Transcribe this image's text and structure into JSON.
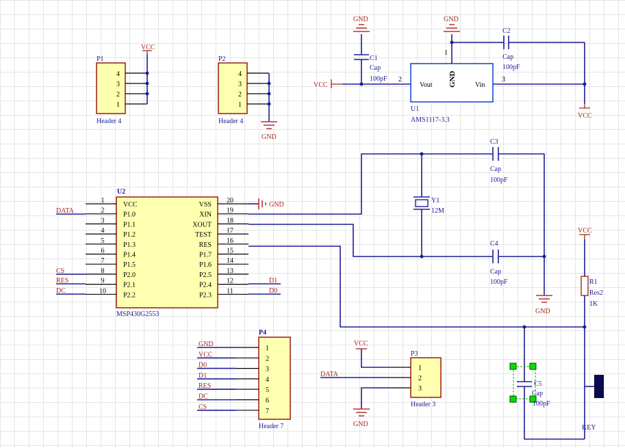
{
  "nets": {
    "vcc": "VCC",
    "gnd": "GND",
    "data": "DATA",
    "cs": "CS",
    "res": "RES",
    "dc": "DC",
    "d0": "D0",
    "d1": "D1"
  },
  "p1": {
    "designator": "P1",
    "comment": "Header 4",
    "pins": [
      "4",
      "3",
      "2",
      "1"
    ]
  },
  "p2": {
    "designator": "P2",
    "comment": "Header 4",
    "pins": [
      "4",
      "3",
      "2",
      "1"
    ]
  },
  "u1": {
    "designator": "U1",
    "comment": "AMS1117-3.3",
    "vout": "Vout",
    "gnd": "GND",
    "vin": "Vin",
    "pin1": "1",
    "pin2": "2",
    "pin3": "3"
  },
  "c1": {
    "designator": "C1",
    "comment": "Cap",
    "value": "100pF"
  },
  "c2": {
    "designator": "C2",
    "comment": "Cap",
    "value": "100pF"
  },
  "c3": {
    "designator": "C3",
    "comment": "Cap",
    "value": "100pF"
  },
  "c4": {
    "designator": "C4",
    "comment": "Cap",
    "value": "100pF"
  },
  "c5": {
    "designator": "C5",
    "comment": "Cap",
    "value": "100pF"
  },
  "y1": {
    "designator": "Y1",
    "comment": "12M"
  },
  "r1": {
    "designator": "R1",
    "comment": "Res2",
    "value": "1K"
  },
  "key": {
    "label": "KEY"
  },
  "u2": {
    "designator": "U2",
    "comment": "MSP430G2553",
    "left": [
      [
        "1",
        "VCC"
      ],
      [
        "2",
        "P1.0"
      ],
      [
        "3",
        "P1.1"
      ],
      [
        "4",
        "P1.2"
      ],
      [
        "5",
        "P1.3"
      ],
      [
        "6",
        "P1.4"
      ],
      [
        "7",
        "P1.5"
      ],
      [
        "8",
        "P2.0"
      ],
      [
        "9",
        "P2.1"
      ],
      [
        "10",
        "P2.2"
      ]
    ],
    "right": [
      [
        "20",
        "VSS"
      ],
      [
        "19",
        "XIN"
      ],
      [
        "18",
        "XOUT"
      ],
      [
        "17",
        "TEST"
      ],
      [
        "16",
        "RES"
      ],
      [
        "15",
        "P1.7"
      ],
      [
        "14",
        "P1.6"
      ],
      [
        "13",
        "P2.5"
      ],
      [
        "12",
        "P2.4"
      ],
      [
        "11",
        "P2.3"
      ]
    ]
  },
  "p3": {
    "designator": "P3",
    "comment": "Header 3",
    "pins": [
      "1",
      "2",
      "3"
    ]
  },
  "p4": {
    "designator": "P4",
    "comment": "Header 7",
    "pins": [
      "1",
      "2",
      "3",
      "4",
      "5",
      "6",
      "7"
    ],
    "nets": [
      "GND",
      "VCC",
      "D0",
      "D1",
      "RES",
      "DC",
      "CS"
    ]
  }
}
